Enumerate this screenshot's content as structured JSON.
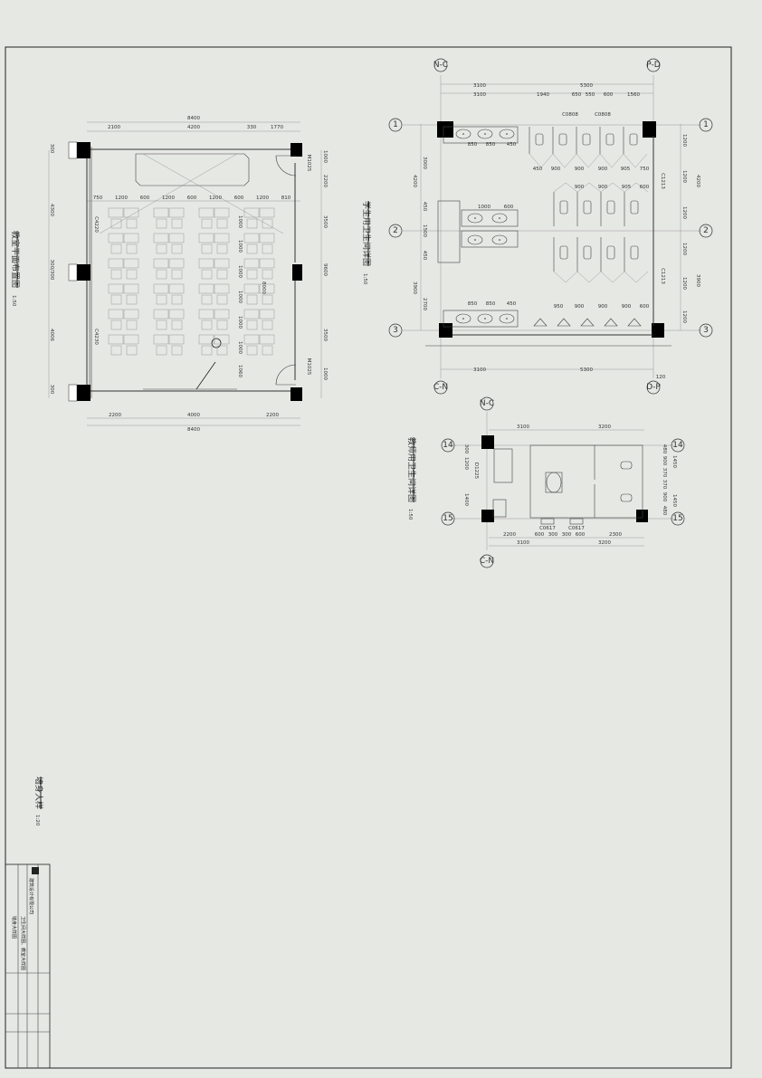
{
  "classroom": {
    "title": "教室平面布置图",
    "scale": "1:50",
    "dims_top": [
      "8400",
      "2100",
      "4200",
      "330",
      "1770"
    ],
    "dims_desk": [
      "750",
      "1200",
      "600",
      "1200",
      "600",
      "1200",
      "600",
      "1200",
      "810"
    ],
    "dims_bottom": [
      "2200",
      "4000",
      "2200",
      "8400"
    ],
    "dims_left": [
      "300",
      "4300",
      "300/300",
      "4006",
      "300"
    ],
    "dims_right": [
      "3500",
      "3500",
      "9600",
      "2200",
      "1000",
      "1000"
    ],
    "row_dims": [
      "1000",
      "1000",
      "1000",
      "1000",
      "1000",
      "1000",
      "1060",
      "8000"
    ],
    "door_labels": [
      "M1025",
      "M1025"
    ],
    "window_labels": [
      "C4220",
      "C4230"
    ]
  },
  "student_wc": {
    "title": "学生用卫生间详图",
    "scale": "1:50",
    "axes": [
      "N-C",
      "P-D",
      "1",
      "2",
      "3",
      "C-N",
      "D-P"
    ],
    "dims_top_total": [
      "3100",
      "5300"
    ],
    "dims_top": [
      "3100",
      "1940",
      "650",
      "550",
      "600",
      "1560"
    ],
    "stall_dims_top": [
      "450",
      "900",
      "900",
      "900",
      "905",
      "750"
    ],
    "stall_dims_mid": [
      "900",
      "900",
      "905",
      "600"
    ],
    "urinal_dims": [
      "950",
      "900",
      "900",
      "900",
      "600"
    ],
    "sink_dims": [
      "850",
      "850",
      "450"
    ],
    "sink_dims_mid": [
      "1000",
      "600"
    ],
    "window_labels": [
      "C0808",
      "C0808",
      "C1213",
      "C1213"
    ],
    "dims_left": [
      "4200",
      "3000",
      "450",
      "1500",
      "450",
      "3900",
      "2700"
    ],
    "dims_right": [
      "1200",
      "1200",
      "1200",
      "1200",
      "1200",
      "1200",
      "4200",
      "3900"
    ],
    "dims_bottom": [
      "3100",
      "5300",
      "120"
    ]
  },
  "teacher_wc": {
    "title": "教师用卫生间详图",
    "scale": "1:50",
    "axes": [
      "N-C",
      "C-N",
      "14",
      "15"
    ],
    "dims_top": [
      "3100",
      "3200"
    ],
    "dims_bottom": [
      "2200",
      "600",
      "300",
      "300",
      "600",
      "2300"
    ],
    "dims_bottom_total": [
      "3100",
      "3200"
    ],
    "dims_right": [
      "480",
      "900",
      "370",
      "370",
      "900",
      "480",
      "1450",
      "1450"
    ],
    "door_label": "D1225",
    "window_labels": [
      "C0617",
      "C0617"
    ],
    "dims_left": [
      "300",
      "1200",
      "1400"
    ]
  },
  "wall_detail": {
    "title": "墙身大样",
    "scale": "1:20"
  },
  "title_block": {
    "company": "建筑设计有限公司",
    "drawing_name": "卫生间大样图、教室大样图",
    "sub_name": "墙身大样图"
  }
}
